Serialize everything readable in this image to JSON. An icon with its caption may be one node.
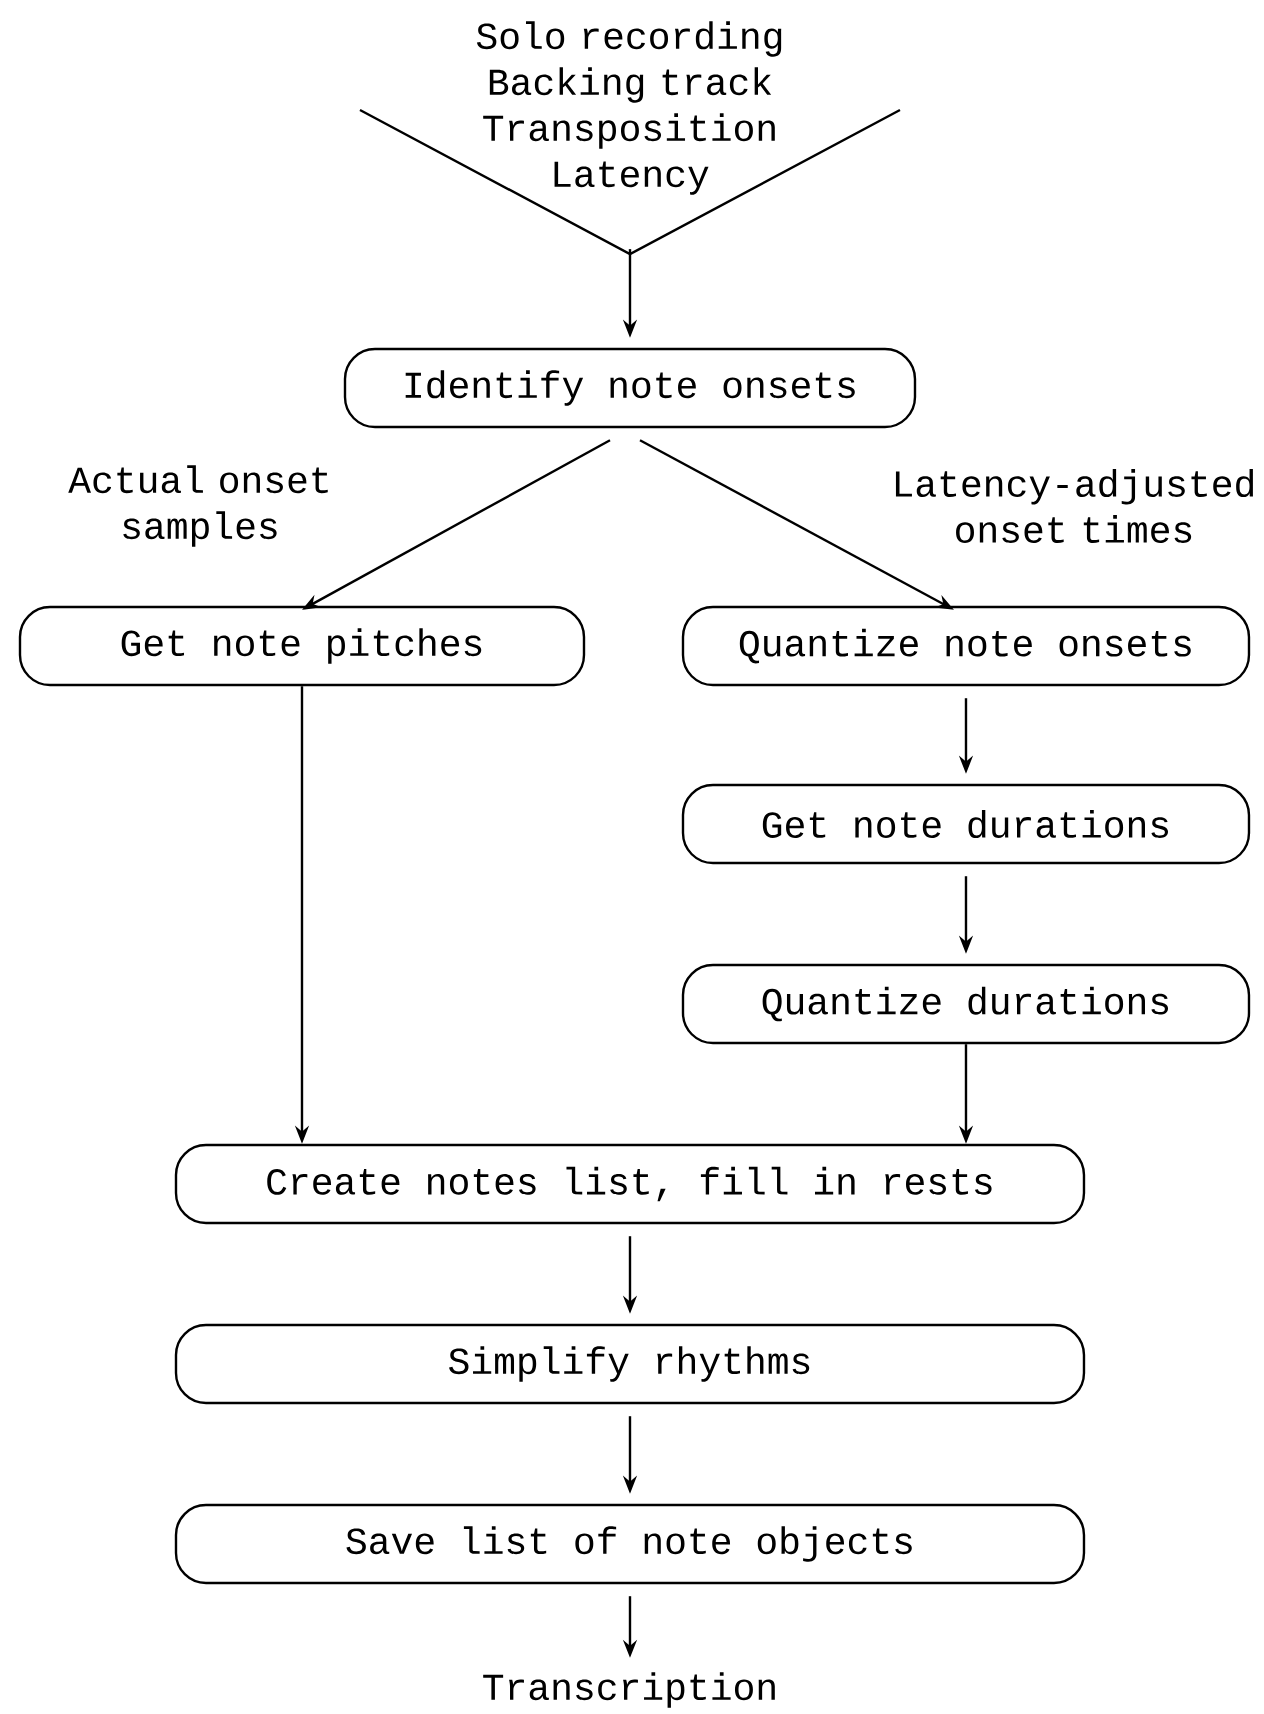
{
  "diagram": {
    "nodes": [
      {
        "text": [
          "Solo recording Backing track Transposition Latency"
        ]
      },
      {
        "text": [
          "Identify note onsets"
        ]
      },
      {
        "text": [
          "Get note pitches"
        ]
      },
      {
        "text": [
          "Quantize note onsets"
        ]
      },
      {
        "text": [
          "Get note durations"
        ]
      },
      {
        "text": [
          "Quantize durations"
        ]
      },
      {
        "text": [
          "Create notes list, fill in rests"
        ]
      },
      {
        "text": [
          "Simplify rhythms"
        ]
      },
      {
        "text": [
          "Save list of note objects"
        ]
      },
      {
        "text": [
          "Transcription"
        ]
      }
    ],
    "edges": [
      {
        "from": 0,
        "to": 1,
        "arrow": "to"
      },
      {
        "from": 1,
        "to": 2,
        "arrow": "to",
        "label": "Actual onset samples"
      },
      {
        "from": 1,
        "to": 3,
        "arrow": "to",
        "label": "Latency-adjusted onset times"
      },
      {
        "from": 3,
        "to": 4,
        "arrow": "to"
      },
      {
        "from": 4,
        "to": 5,
        "arrow": "to"
      },
      {
        "from": 2,
        "to": 6,
        "arrow": "to"
      },
      {
        "from": 5,
        "to": 6,
        "arrow": "to"
      },
      {
        "from": 6,
        "to": 7,
        "arrow": "to"
      },
      {
        "from": 7,
        "to": 8,
        "arrow": "to"
      },
      {
        "from": 8,
        "to": 9,
        "arrow": "to"
      }
    ]
  }
}
